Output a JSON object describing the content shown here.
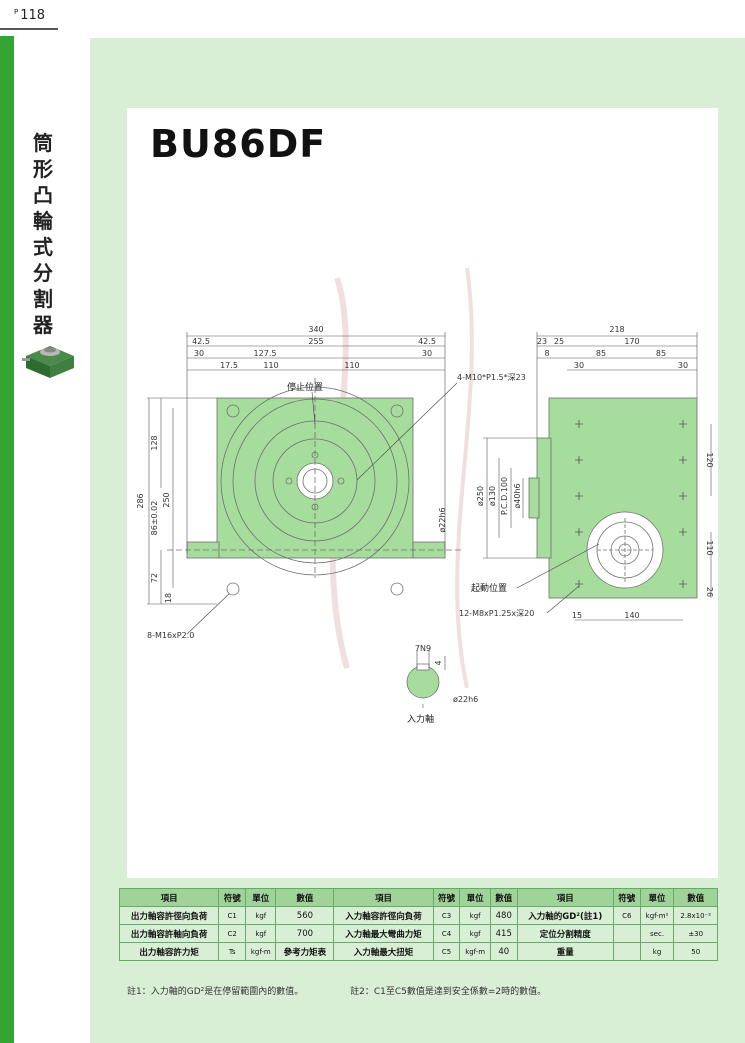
{
  "page": {
    "number_prefix": "P",
    "number": "118"
  },
  "sidebar": {
    "vertical_title": [
      "筒",
      "形",
      "凸",
      "輪",
      "式",
      "分",
      "割",
      "器"
    ]
  },
  "header": {
    "model": "BU86DF"
  },
  "drawing": {
    "front": {
      "top_dims": [
        "340",
        "42.5",
        "255",
        "42.5",
        "30",
        "127.5",
        "30",
        "17.5",
        "110",
        "110"
      ],
      "left_dims": [
        "286",
        "128",
        "250",
        "86±0.02",
        "72",
        "18"
      ],
      "right_dims": [
        "ø22h6"
      ],
      "stop_label": "停止位置",
      "thread_top": "4-M10*P1.5*深23",
      "thread_bottom": "8-M16xP2.0"
    },
    "side": {
      "top_dims": [
        "218",
        "23",
        "25",
        "170",
        "8",
        "85",
        "85",
        "30",
        "30"
      ],
      "left_dims": [
        "ø250",
        "ø130",
        "P.C.D.100",
        "ø40h6"
      ],
      "right_dims": [
        "120",
        "110",
        "26"
      ],
      "bottom_dims": [
        "15",
        "140"
      ],
      "start_label": "起動位置",
      "thread": "12-M8xP1.25x深20"
    },
    "shaft": {
      "dims": [
        "7N9",
        "4",
        "ø22h6"
      ],
      "label": "入力軸"
    }
  },
  "specs": {
    "headers": [
      "項目",
      "符號",
      "單位",
      "數值",
      "項目",
      "符號",
      "單位",
      "數值",
      "項目",
      "符號",
      "單位",
      "數值"
    ],
    "rows": [
      [
        "出力軸容許徑向負荷",
        "C1",
        "kgf",
        "560",
        "入力軸容許徑向負荷",
        "C3",
        "kgf",
        "480",
        "入力軸的GD²(註1)",
        "C6",
        "kgf-m²",
        "2.8x10⁻²"
      ],
      [
        "出力軸容許軸向負荷",
        "C2",
        "kgf",
        "700",
        "入力軸最大彎曲力矩",
        "C4",
        "kgf",
        "415",
        "定位分割精度",
        "",
        "sec.",
        "±30"
      ],
      [
        "出力軸容許力矩",
        "Ts",
        "kgf-m",
        "參考力矩表",
        "入力軸最大扭矩",
        "C5",
        "kgf-m",
        "40",
        "重量",
        "",
        "kg",
        "50"
      ]
    ]
  },
  "notes": {
    "note1": "註1：入力軸的GD²是在停留範圍內的數值。",
    "note2": "註2：C1至C5數值是達到安全係數=2時的數值。"
  },
  "colors": {
    "sidebar": "#33a533",
    "background": "#d9efd5",
    "body_fill": "#a6dd9c",
    "table_header": "#9fd39a"
  }
}
